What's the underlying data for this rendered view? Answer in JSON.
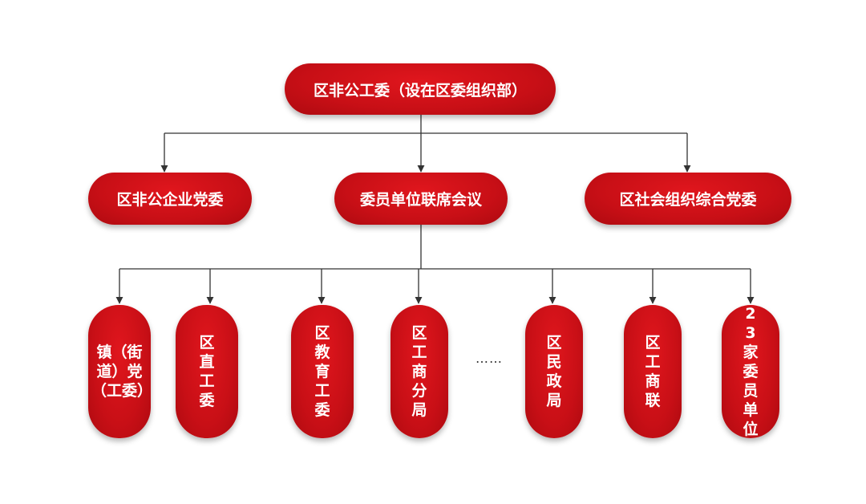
{
  "top": {
    "label": "区非公工委（设在区委组织部）"
  },
  "level2": [
    {
      "label": "区非公企业党委"
    },
    {
      "label": "委员单位联席会议"
    },
    {
      "label": "区社会组织综合党委"
    }
  ],
  "level3": [
    {
      "label": "镇（街道）党（工委）"
    },
    {
      "label": "区直工委"
    },
    {
      "label": "区教育工委"
    },
    {
      "label": "区工商分局"
    },
    {
      "label": "区民政局"
    },
    {
      "label": "区工商联"
    },
    {
      "label": "23家委员单位"
    }
  ],
  "ellipsis": "……",
  "colors": {
    "node_fill": "#c80f16",
    "node_text": "#ffffff",
    "connector": "#333333"
  }
}
